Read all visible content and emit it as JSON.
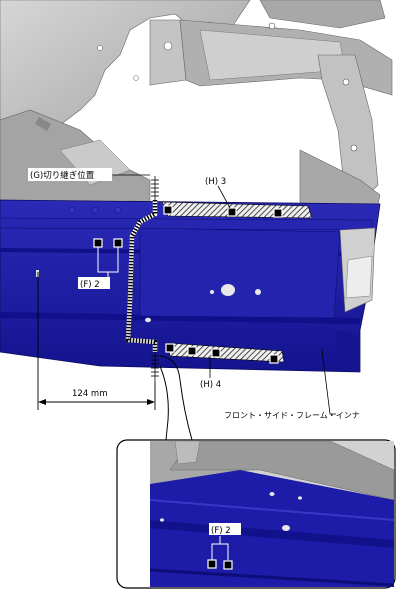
{
  "labels": {
    "cut_position": "(G)切り継ぎ位置",
    "weld_h3": "(H) 3",
    "weld_f2": "(F) 2",
    "weld_h4": "(H) 4",
    "dimension": "124 mm",
    "part_name": "フロント・サイド・フレーム・インナ",
    "detail_weld_f2": "(F) 2"
  },
  "colors": {
    "frame_blue": "#1c1ca8",
    "frame_dark": "#0d0d78",
    "frame_light": "#3a3ad0",
    "body_gray": "#b8b8b8",
    "hatch": "#222222"
  }
}
